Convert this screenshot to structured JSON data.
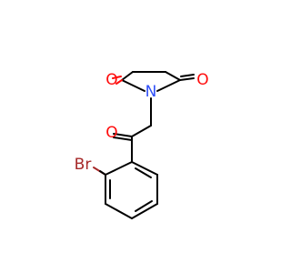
{
  "molecule": {
    "atoms": {
      "o_left": "O",
      "n": "N",
      "o_right": "O",
      "o_ketone": "O",
      "br": "Br"
    },
    "colors": {
      "bond": "#000000",
      "oxygen": "#ff0d0d",
      "nitrogen": "#3050f8",
      "bromine": "#a62929"
    }
  }
}
